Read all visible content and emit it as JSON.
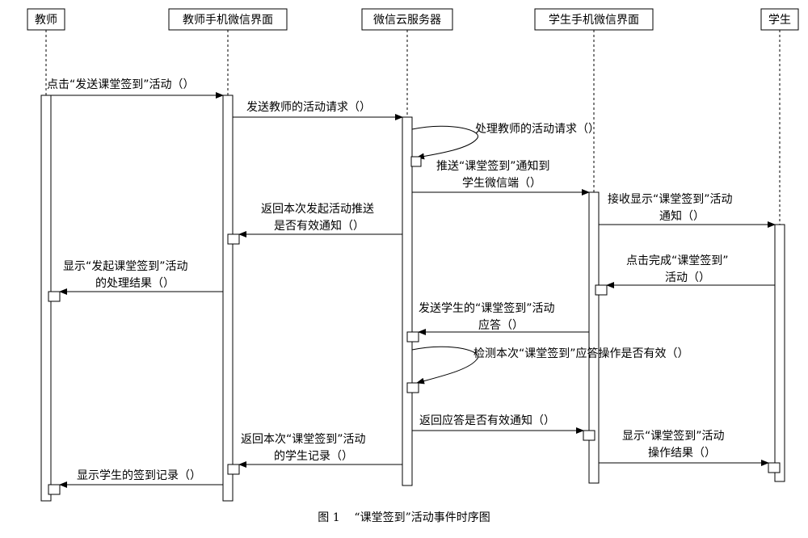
{
  "actors": [
    "教师",
    "教师手机微信界面",
    "微信云服务器",
    "学生手机微信界面",
    "学生"
  ],
  "messages": [
    [
      "点击“发送课堂签到”活动（）"
    ],
    [
      "发送教师的活动请求（）"
    ],
    [
      "处理教师的活动请求（）"
    ],
    [
      "推送“课堂签到”通知到",
      "学生微信端（）"
    ],
    [
      "接收显示“课堂签到”活动",
      "通知（）"
    ],
    [
      "返回本次发起活动推送",
      "是否有效通知（）"
    ],
    [
      "点击完成“课堂签到”",
      "活动（）"
    ],
    [
      "显示“发起课堂签到”活动",
      "的处理结果（）"
    ],
    [
      "发送学生的“课堂签到”活动",
      "应答（）"
    ],
    [
      "检测本次“课堂签到”应答操作是否有效（）"
    ],
    [
      "返回应答是否有效通知（）"
    ],
    [
      "显示“课堂签到”活动",
      "操作结果（）"
    ],
    [
      "返回本次“课堂签到”活动",
      "的学生记录（）"
    ],
    [
      "显示学生的签到记录（）"
    ]
  ],
  "caption": {
    "figure_number": "图 1",
    "title": "“课堂签到”活动事件时序图"
  }
}
